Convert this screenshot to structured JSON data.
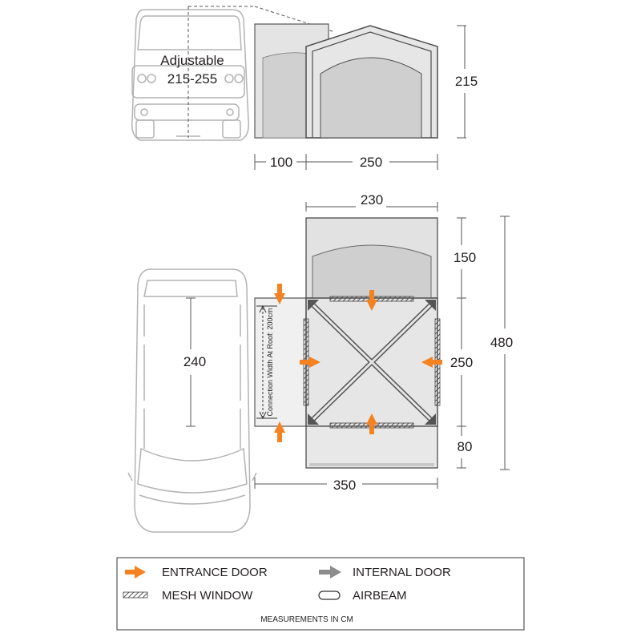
{
  "colors": {
    "entrance_arrow": "#f58220",
    "internal_arrow": "#8c8c8c",
    "tent_fill": "#dcdcdc",
    "tent_dark": "#bfbfbf",
    "outline": "#4d4d4d",
    "vehicle": "#b3b3b3"
  },
  "side_view": {
    "adjustable_label": "Adjustable",
    "adjustable_range": "215-255",
    "height": "215",
    "depth_connector": "100",
    "depth_tent": "250"
  },
  "plan_view": {
    "porch_width": "230",
    "porch_depth": "150",
    "main_depth": "250",
    "rear_depth": "80",
    "total_length": "480",
    "total_width": "350",
    "vehicle_length": "240",
    "connection_note": "Connection Width At Roof: 200cm"
  },
  "legend": {
    "entrance_door": "ENTRANCE DOOR",
    "internal_door": "INTERNAL DOOR",
    "mesh_window": "MESH WINDOW",
    "airbeam": "AIRBEAM",
    "footer": "MEASUREMENTS IN CM"
  }
}
